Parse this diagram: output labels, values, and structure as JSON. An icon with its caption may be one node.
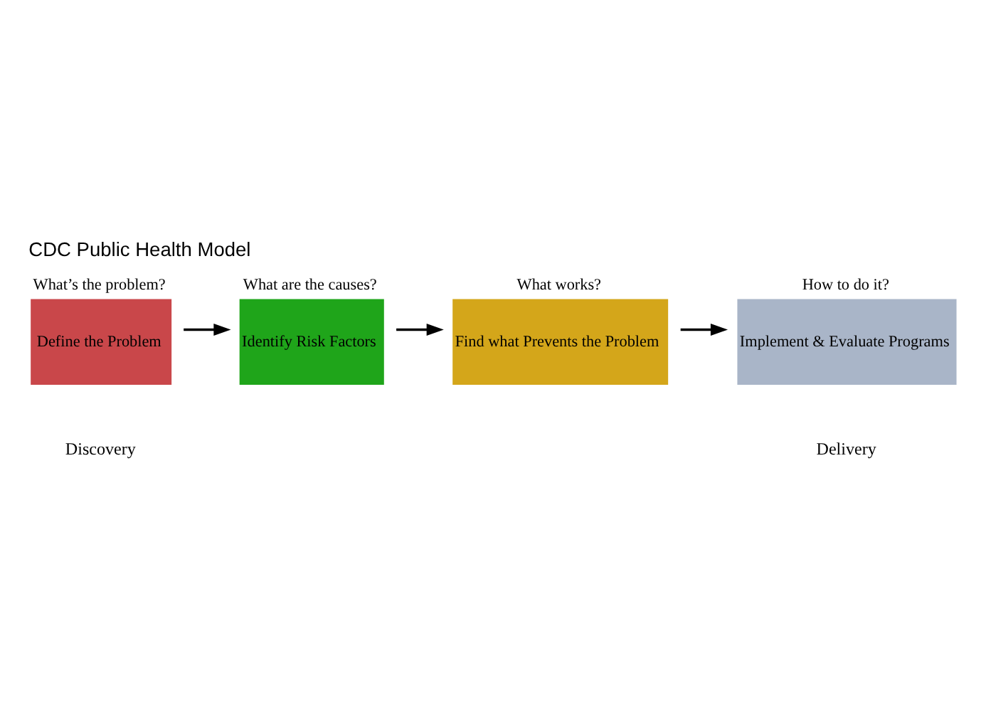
{
  "diagram": {
    "title": "CDC Public Health Model",
    "nodes": [
      {
        "text": [
          "What’s the problem?",
          "Define the Problem"
        ]
      },
      {
        "text": [
          "What are the causes?",
          "Identify Risk Factors"
        ]
      },
      {
        "text": [
          "What works?",
          "Find what Prevents the Problem"
        ]
      },
      {
        "text": [
          "How to do it?",
          "Implement & Evaluate Programs"
        ]
      }
    ],
    "edges": [
      {
        "from": 0,
        "to": 1,
        "arrow": "to"
      },
      {
        "from": 1,
        "to": 2,
        "arrow": "to"
      },
      {
        "from": 2,
        "to": 3,
        "arrow": "to"
      }
    ],
    "labels": [
      "Discovery",
      "Delivery"
    ]
  }
}
